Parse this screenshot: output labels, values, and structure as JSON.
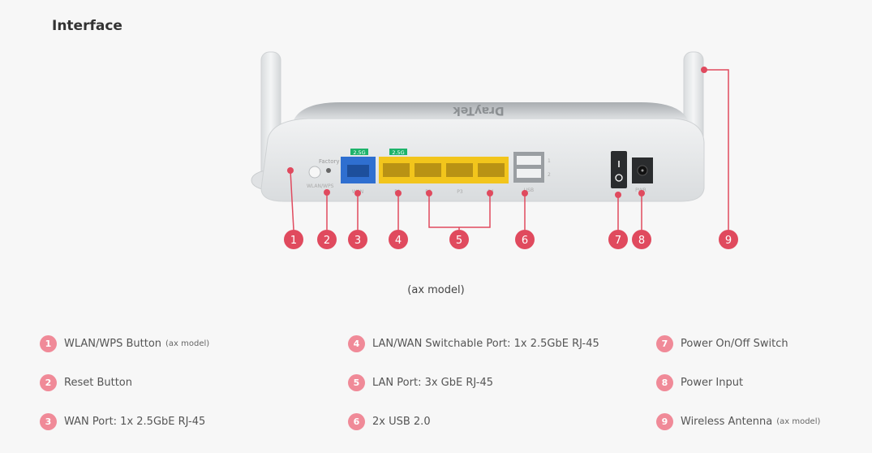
{
  "page": {
    "title": "Interface",
    "caption": "(ax model)"
  },
  "device": {
    "brand_text": "DrayTek",
    "port_labels": {
      "factory": "Factory",
      "wlan": "WLAN/WPS",
      "wan": "WAN",
      "p1": "P1",
      "p2": "P2",
      "p3": "P3",
      "p4": "P4",
      "usb": "USB",
      "pwr": "PWR",
      "usb_num_1": "1",
      "usb_num_2": "2"
    },
    "badges": {
      "wan_speed": "2.5G",
      "p1_speed": "2.5G"
    }
  },
  "callouts": [
    "1",
    "2",
    "3",
    "4",
    "5",
    "6",
    "7",
    "8",
    "9"
  ],
  "legend": [
    {
      "num": "1",
      "label": "WLAN/WPS Button",
      "note": "(ax model)"
    },
    {
      "num": "2",
      "label": "Reset Button",
      "note": ""
    },
    {
      "num": "3",
      "label": "WAN Port: 1x 2.5GbE RJ-45",
      "note": ""
    },
    {
      "num": "4",
      "label": "LAN/WAN Switchable Port: 1x 2.5GbE RJ-45",
      "note": ""
    },
    {
      "num": "5",
      "label": "LAN Port: 3x GbE RJ-45",
      "note": ""
    },
    {
      "num": "6",
      "label": "2x USB 2.0",
      "note": ""
    },
    {
      "num": "7",
      "label": "Power On/Off Switch",
      "note": ""
    },
    {
      "num": "8",
      "label": "Power Input",
      "note": ""
    },
    {
      "num": "9",
      "label": "Wireless Antenna",
      "note": "(ax model)"
    }
  ],
  "colors": {
    "callout": "#e04a5e",
    "legend_badge": "#f08a98",
    "wan_port": "#2f6fd0",
    "lan_port": "#f2c51c",
    "speed_badge": "#1db36a",
    "device_body": "#e9ebec"
  }
}
